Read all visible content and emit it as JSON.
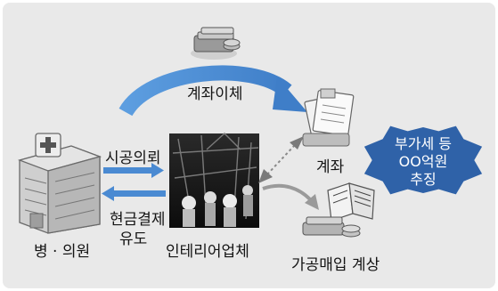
{
  "nodes": {
    "hospital": "병 · 의원",
    "interior": "인테리어업체",
    "account": "계좌",
    "processing": "가공매입 계상"
  },
  "arrows": {
    "transfer": "계좌이체",
    "construction_request": "시공의뢰",
    "cash_payment_line1": "현금결제",
    "cash_payment_line2": "유도"
  },
  "burst": {
    "line1": "부가세 등",
    "line2": "OO억원",
    "line3": "추징"
  },
  "colors": {
    "arrow_blue": "#4a8ad2",
    "burst_blue": "#2f62a8",
    "panel_gray": "#e9e9e9"
  }
}
